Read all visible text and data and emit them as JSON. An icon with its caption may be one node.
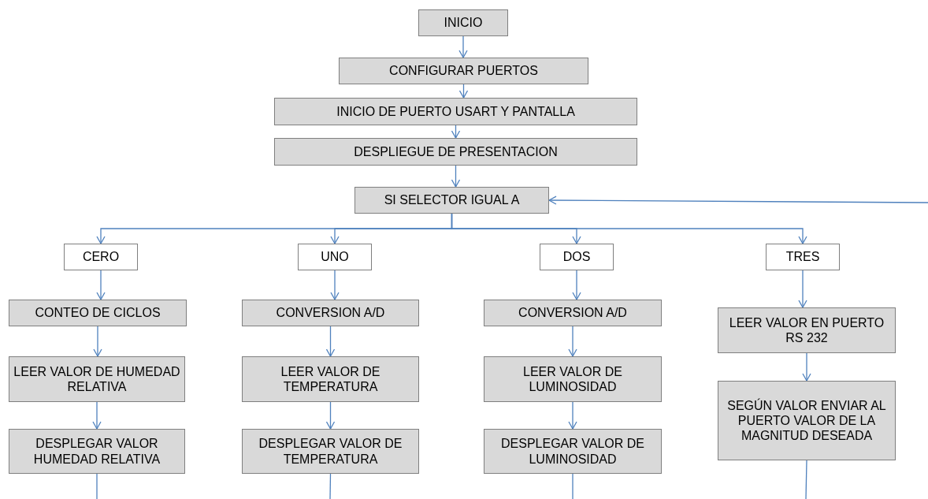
{
  "diagram": {
    "nodes": [
      {
        "text": [
          "INICIO"
        ]
      },
      {
        "text": [
          "CONFIGURAR PUERTOS"
        ]
      },
      {
        "text": [
          "INICIO DE PUERTO USART Y PANTALLA"
        ]
      },
      {
        "text": [
          "DESPLIEGUE DE PRESENTACION"
        ]
      },
      {
        "text": [
          "SI SELECTOR IGUAL A"
        ]
      },
      {
        "text": [
          "CERO"
        ]
      },
      {
        "text": [
          "UNO"
        ]
      },
      {
        "text": [
          "DOS"
        ]
      },
      {
        "text": [
          "TRES"
        ]
      },
      {
        "text": [
          "CONTEO DE CICLOS"
        ]
      },
      {
        "text": [
          "LEER VALOR DE HUMEDAD RELATIVA"
        ]
      },
      {
        "text": [
          "DESPLEGAR VALOR HUMEDAD RELATIVA"
        ]
      },
      {
        "text": [
          "CONVERSION A/D"
        ]
      },
      {
        "text": [
          "LEER VALOR DE TEMPERATURA"
        ]
      },
      {
        "text": [
          "DESPLEGAR VALOR DE TEMPERATURA"
        ]
      },
      {
        "text": [
          "CONVERSION A/D"
        ]
      },
      {
        "text": [
          "LEER VALOR DE LUMINOSIDAD"
        ]
      },
      {
        "text": [
          "DESPLEGAR VALOR DE LUMINOSIDAD"
        ]
      },
      {
        "text": [
          "LEER VALOR EN PUERTO RS 232"
        ]
      },
      {
        "text": [
          "SEGÚN VALOR ENVIAR AL PUERTO VALOR DE LA MAGNITUD DESEADA"
        ]
      }
    ],
    "edges": [
      {
        "from": 0,
        "to": 1,
        "arrow": "to"
      },
      {
        "from": 1,
        "to": 2,
        "arrow": "to"
      },
      {
        "from": 2,
        "to": 3,
        "arrow": "to"
      },
      {
        "from": 3,
        "to": 4,
        "arrow": "to"
      },
      {
        "from": 4,
        "to": 5,
        "arrow": "to"
      },
      {
        "from": 4,
        "to": 6,
        "arrow": "to"
      },
      {
        "from": 4,
        "to": 7,
        "arrow": "to"
      },
      {
        "from": 4,
        "to": 8,
        "arrow": "to"
      },
      {
        "from": 5,
        "to": 9,
        "arrow": "to"
      },
      {
        "from": 9,
        "to": 10,
        "arrow": "to"
      },
      {
        "from": 10,
        "to": 11,
        "arrow": "to"
      },
      {
        "from": 6,
        "to": 12,
        "arrow": "to"
      },
      {
        "from": 12,
        "to": 13,
        "arrow": "to"
      },
      {
        "from": 13,
        "to": 14,
        "arrow": "to"
      },
      {
        "from": 7,
        "to": 15,
        "arrow": "to"
      },
      {
        "from": 15,
        "to": 16,
        "arrow": "to"
      },
      {
        "from": 16,
        "to": 17,
        "arrow": "to"
      },
      {
        "from": 8,
        "to": 18,
        "arrow": "to"
      },
      {
        "from": 18,
        "to": 19,
        "arrow": "to"
      },
      {
        "from": 11,
        "to": null,
        "arrow": "none"
      },
      {
        "from": 14,
        "to": null,
        "arrow": "none"
      },
      {
        "from": 17,
        "to": null,
        "arrow": "none"
      },
      {
        "from": 19,
        "to": null,
        "arrow": "none"
      },
      {
        "from": null,
        "to": 4,
        "arrow": "to"
      }
    ]
  }
}
